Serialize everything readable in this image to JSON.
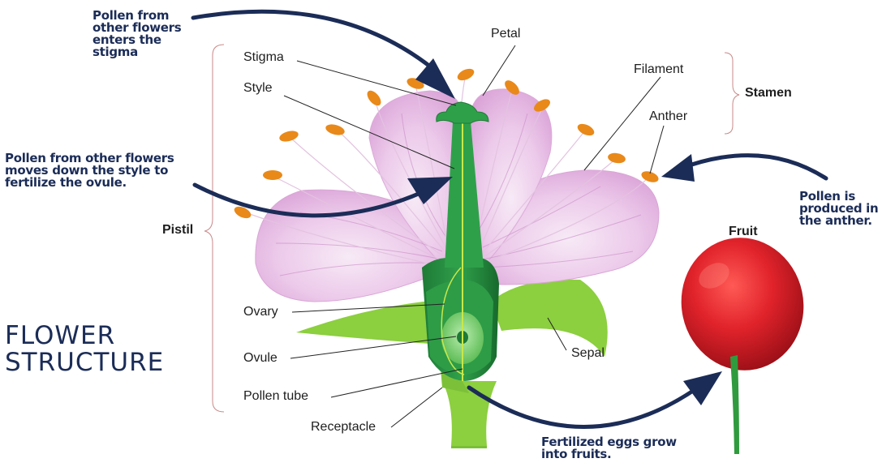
{
  "title": {
    "line1": "FLOWER",
    "line2": "STRUCTURE"
  },
  "labels": {
    "petal": "Petal",
    "stigma": "Stigma",
    "style": "Style",
    "filament": "Filament",
    "anther": "Anther",
    "ovary": "Ovary",
    "ovule": "Ovule",
    "pollen_tube": "Pollen tube",
    "receptacle": "Receptacle",
    "sepal": "Sepal"
  },
  "groups": {
    "stamen": "Stamen",
    "pistil": "Pistil",
    "fruit": "Fruit"
  },
  "notes": {
    "pollen_enters": "Pollen from other flowers enters the stigma",
    "pollen_moves": "Pollen from other flowers moves down the style to fertilize the ovule.",
    "pollen_produced": "Pollen is produced in the anther.",
    "fertilized": "Fertilized eggs grow into fruits."
  },
  "colors": {
    "navy": "#1b2c57",
    "petal": "#e9b8e6",
    "pistil_green": "#1f8a3d",
    "sepal_green": "#8ccf3f",
    "anther_orange": "#e8891a",
    "fruit_red": "#d8202a"
  }
}
